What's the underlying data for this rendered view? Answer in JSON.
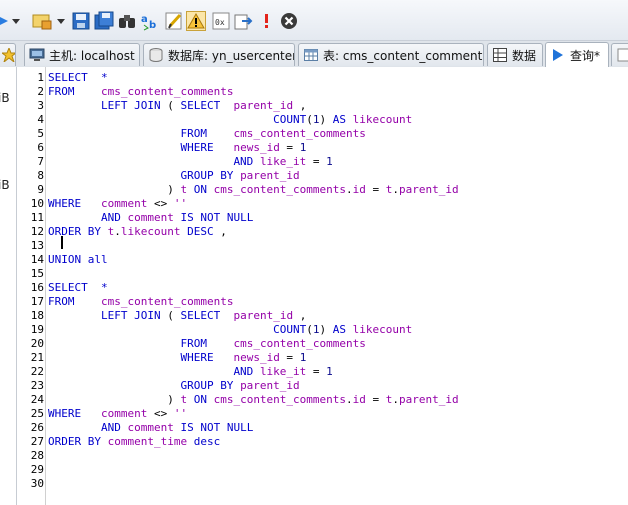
{
  "tabs": [
    {
      "name": "tab-host",
      "label": "主机: localhost",
      "icon": "server-icon"
    },
    {
      "name": "tab-database",
      "label": "数据库: yn_usercenter",
      "icon": "database-icon"
    },
    {
      "name": "tab-table",
      "label": "表: cms_content_comments",
      "icon": "table-icon"
    },
    {
      "name": "tab-data",
      "label": "数据",
      "icon": "grid-icon"
    },
    {
      "name": "tab-query",
      "label": "查询*",
      "icon": "play-icon",
      "active": true
    }
  ],
  "left_panel": {
    "size_labels": [
      "iB",
      "iB"
    ]
  },
  "editor": {
    "line_numbers": [
      "1",
      "2",
      "3",
      "4",
      "5",
      "6",
      "7",
      "8",
      "9",
      "10",
      "11",
      "12",
      "13",
      "14",
      "15",
      "16",
      "17",
      "18",
      "19",
      "20",
      "21",
      "22",
      "23",
      "24",
      "25",
      "26",
      "27",
      "28",
      "29",
      "30"
    ],
    "lines": [
      [
        [
          "k",
          "SELECT"
        ],
        [
          "t",
          "  "
        ],
        [
          "k",
          "*"
        ]
      ],
      [
        [
          "k",
          "FROM"
        ],
        [
          "t",
          "    "
        ],
        [
          "id",
          "cms_content_comments"
        ]
      ],
      [
        [
          "t",
          "        "
        ],
        [
          "k",
          "LEFT JOIN"
        ],
        [
          "t",
          " ( "
        ],
        [
          "k",
          "SELECT"
        ],
        [
          "t",
          "  "
        ],
        [
          "id",
          "parent_id"
        ],
        [
          "t",
          " ,"
        ]
      ],
      [
        [
          "t",
          "                                  "
        ],
        [
          "fn",
          "COUNT"
        ],
        [
          "t",
          "("
        ],
        [
          "n",
          "1"
        ],
        [
          "t",
          ") "
        ],
        [
          "k",
          "AS"
        ],
        [
          "t",
          " "
        ],
        [
          "id",
          "likecount"
        ]
      ],
      [
        [
          "t",
          "                    "
        ],
        [
          "k",
          "FROM"
        ],
        [
          "t",
          "    "
        ],
        [
          "id",
          "cms_content_comments"
        ]
      ],
      [
        [
          "t",
          "                    "
        ],
        [
          "k",
          "WHERE"
        ],
        [
          "t",
          "   "
        ],
        [
          "id",
          "news_id"
        ],
        [
          "t",
          " = "
        ],
        [
          "n",
          "1"
        ]
      ],
      [
        [
          "t",
          "                            "
        ],
        [
          "k",
          "AND"
        ],
        [
          "t",
          " "
        ],
        [
          "id",
          "like_it"
        ],
        [
          "t",
          " = "
        ],
        [
          "n",
          "1"
        ]
      ],
      [
        [
          "t",
          "                    "
        ],
        [
          "k",
          "GROUP BY"
        ],
        [
          "t",
          " "
        ],
        [
          "id",
          "parent_id"
        ]
      ],
      [
        [
          "t",
          "                  ) "
        ],
        [
          "id",
          "t"
        ],
        [
          "t",
          " "
        ],
        [
          "k",
          "ON"
        ],
        [
          "t",
          " "
        ],
        [
          "id",
          "cms_content_comments"
        ],
        [
          "t",
          "."
        ],
        [
          "id",
          "id"
        ],
        [
          "t",
          " = "
        ],
        [
          "id",
          "t"
        ],
        [
          "t",
          "."
        ],
        [
          "id",
          "parent_id"
        ]
      ],
      [
        [
          "k",
          "WHERE"
        ],
        [
          "t",
          "   "
        ],
        [
          "id",
          "comment"
        ],
        [
          "t",
          " <> "
        ],
        [
          "id",
          "''"
        ]
      ],
      [
        [
          "t",
          "        "
        ],
        [
          "k",
          "AND"
        ],
        [
          "t",
          " "
        ],
        [
          "id",
          "comment"
        ],
        [
          "t",
          " "
        ],
        [
          "k",
          "IS NOT NULL"
        ]
      ],
      [
        [
          "k",
          "ORDER BY"
        ],
        [
          "t",
          " "
        ],
        [
          "id",
          "t"
        ],
        [
          "t",
          "."
        ],
        [
          "id",
          "likecount"
        ],
        [
          "t",
          " "
        ],
        [
          "k",
          "DESC"
        ],
        [
          "t",
          " ,"
        ]
      ],
      [],
      [
        [
          "k",
          "UNION all"
        ]
      ],
      [],
      [
        [
          "k",
          "SELECT"
        ],
        [
          "t",
          "  "
        ],
        [
          "k",
          "*"
        ]
      ],
      [
        [
          "k",
          "FROM"
        ],
        [
          "t",
          "    "
        ],
        [
          "id",
          "cms_content_comments"
        ]
      ],
      [
        [
          "t",
          "        "
        ],
        [
          "k",
          "LEFT JOIN"
        ],
        [
          "t",
          " ( "
        ],
        [
          "k",
          "SELECT"
        ],
        [
          "t",
          "  "
        ],
        [
          "id",
          "parent_id"
        ],
        [
          "t",
          " ,"
        ]
      ],
      [
        [
          "t",
          "                                  "
        ],
        [
          "fn",
          "COUNT"
        ],
        [
          "t",
          "("
        ],
        [
          "n",
          "1"
        ],
        [
          "t",
          ") "
        ],
        [
          "k",
          "AS"
        ],
        [
          "t",
          " "
        ],
        [
          "id",
          "likecount"
        ]
      ],
      [
        [
          "t",
          "                    "
        ],
        [
          "k",
          "FROM"
        ],
        [
          "t",
          "    "
        ],
        [
          "id",
          "cms_content_comments"
        ]
      ],
      [
        [
          "t",
          "                    "
        ],
        [
          "k",
          "WHERE"
        ],
        [
          "t",
          "   "
        ],
        [
          "id",
          "news_id"
        ],
        [
          "t",
          " = "
        ],
        [
          "n",
          "1"
        ]
      ],
      [
        [
          "t",
          "                            "
        ],
        [
          "k",
          "AND"
        ],
        [
          "t",
          " "
        ],
        [
          "id",
          "like_it"
        ],
        [
          "t",
          " = "
        ],
        [
          "n",
          "1"
        ]
      ],
      [
        [
          "t",
          "                    "
        ],
        [
          "k",
          "GROUP BY"
        ],
        [
          "t",
          " "
        ],
        [
          "id",
          "parent_id"
        ]
      ],
      [
        [
          "t",
          "                  ) "
        ],
        [
          "id",
          "t"
        ],
        [
          "t",
          " "
        ],
        [
          "k",
          "ON"
        ],
        [
          "t",
          " "
        ],
        [
          "id",
          "cms_content_comments"
        ],
        [
          "t",
          "."
        ],
        [
          "id",
          "id"
        ],
        [
          "t",
          " = "
        ],
        [
          "id",
          "t"
        ],
        [
          "t",
          "."
        ],
        [
          "id",
          "parent_id"
        ]
      ],
      [
        [
          "k",
          "WHERE"
        ],
        [
          "t",
          "   "
        ],
        [
          "id",
          "comment"
        ],
        [
          "t",
          " <> "
        ],
        [
          "id",
          "''"
        ]
      ],
      [
        [
          "t",
          "        "
        ],
        [
          "k",
          "AND"
        ],
        [
          "t",
          " "
        ],
        [
          "id",
          "comment"
        ],
        [
          "t",
          " "
        ],
        [
          "k",
          "IS NOT NULL"
        ]
      ],
      [
        [
          "k",
          "ORDER BY"
        ],
        [
          "t",
          " "
        ],
        [
          "id",
          "comment_time"
        ],
        [
          "t",
          " "
        ],
        [
          "k",
          "desc"
        ]
      ],
      [],
      [],
      []
    ]
  }
}
